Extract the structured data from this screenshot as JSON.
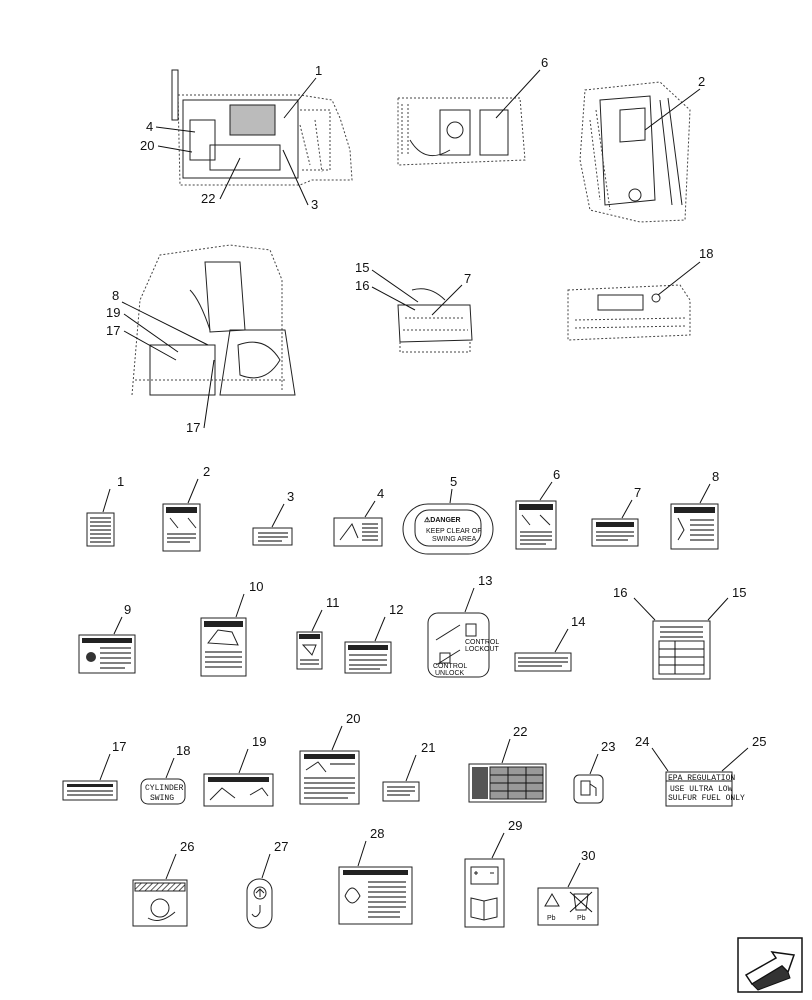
{
  "callouts": {
    "a1": "1",
    "a2": "2",
    "a3": "3",
    "a4": "4",
    "a6": "6",
    "a7": "7",
    "a8": "8",
    "a15": "15",
    "a16": "16",
    "a17a": "17",
    "a17b": "17",
    "a18": "18",
    "a19": "19",
    "a20": "20",
    "a22": "22"
  },
  "decals": [
    {
      "id": "1",
      "label": "1"
    },
    {
      "id": "2",
      "label": "2"
    },
    {
      "id": "3",
      "label": "3"
    },
    {
      "id": "4",
      "label": "4"
    },
    {
      "id": "5",
      "label": "5"
    },
    {
      "id": "6",
      "label": "6"
    },
    {
      "id": "7",
      "label": "7"
    },
    {
      "id": "8",
      "label": "8"
    },
    {
      "id": "9",
      "label": "9"
    },
    {
      "id": "10",
      "label": "10"
    },
    {
      "id": "11",
      "label": "11"
    },
    {
      "id": "12",
      "label": "12"
    },
    {
      "id": "13",
      "label": "13"
    },
    {
      "id": "14",
      "label": "14"
    },
    {
      "id": "15",
      "label": "15"
    },
    {
      "id": "16",
      "label": "16"
    },
    {
      "id": "17",
      "label": "17"
    },
    {
      "id": "18",
      "label": "18"
    },
    {
      "id": "19",
      "label": "19"
    },
    {
      "id": "20",
      "label": "20"
    },
    {
      "id": "21",
      "label": "21"
    },
    {
      "id": "22",
      "label": "22"
    },
    {
      "id": "23",
      "label": "23"
    },
    {
      "id": "24",
      "label": "24"
    },
    {
      "id": "25",
      "label": "25"
    },
    {
      "id": "26",
      "label": "26"
    },
    {
      "id": "27",
      "label": "27"
    },
    {
      "id": "28",
      "label": "28"
    },
    {
      "id": "29",
      "label": "29"
    },
    {
      "id": "30",
      "label": "30"
    }
  ],
  "decal_text": {
    "danger_5": "⚠DANGER",
    "keep_clear_1": "KEEP CLEAR OF",
    "keep_clear_2": "SWING AREA",
    "control_lockout_1": "CONTROL",
    "control_lockout_2": "LOCKOUT",
    "control_unlock_1": "CONTROL",
    "control_unlock_2": "UNLOCK",
    "cylinder_1": "CYLINDER",
    "cylinder_2": "SWING",
    "epa_title": "EPA REGULATION",
    "epa_line1": "USE ULTRA LOW",
    "epa_line2": "SULFUR FUEL ONLY",
    "recycle_pb_left": "Pb",
    "recycle_pb_right": "Pb"
  },
  "icons": {
    "nav": "arrow-nav-icon",
    "battery": "battery-icon",
    "book": "manual-book-icon",
    "recycle": "recycle-icon",
    "bin": "crossed-bin-icon",
    "fuel": "fuel-pump-icon",
    "hook": "lift-hook-icon",
    "warning": "warning-triangle-icon"
  }
}
